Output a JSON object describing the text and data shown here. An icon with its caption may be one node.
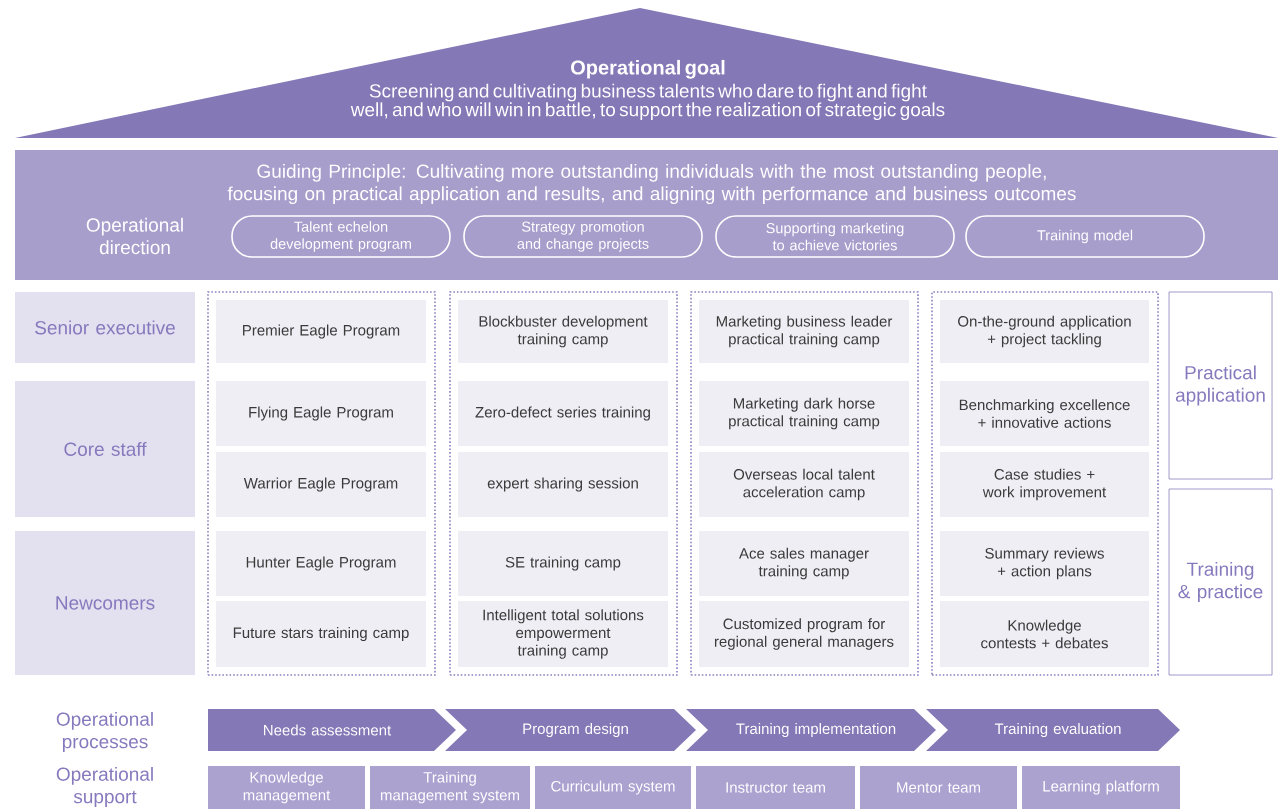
{
  "diagram": {
    "nodes": [
      {
        "text": [
          "Operational goal",
          "Screening and cultivating business talents who dare to fight and fight well, and who will win in battle, to support the realization of strategic goals"
        ]
      },
      {
        "text": [
          "Guiding Principle: Cultivating more outstanding individuals with the most outstanding people, focusing on practical application and results, and aligning with performance and business outcomes",
          "Operational direction"
        ]
      },
      {
        "text": [
          "Talent echelon development program"
        ],
        "in": 1
      },
      {
        "text": [
          "Strategy promotion and change projects"
        ],
        "in": 1
      },
      {
        "text": [
          "Supporting marketing to achieve victories"
        ],
        "in": 1
      },
      {
        "text": [
          "Training model"
        ],
        "in": 1
      },
      {
        "text": [
          "Senior executive"
        ]
      },
      {
        "text": [
          "Core staff"
        ]
      },
      {
        "text": [
          "Newcomers"
        ]
      },
      {
        "text": [],
        "shape": "box"
      },
      {
        "text": [
          "Premier Eagle Program"
        ],
        "in": 9
      },
      {
        "text": [
          "Flying Eagle Program"
        ],
        "in": 9
      },
      {
        "text": [
          "Warrior Eagle Program"
        ],
        "in": 9
      },
      {
        "text": [
          "Hunter Eagle Program"
        ],
        "in": 9
      },
      {
        "text": [
          "Future stars training camp"
        ],
        "in": 9
      },
      {
        "text": [],
        "shape": "box"
      },
      {
        "text": [
          "Blockbuster development training camp"
        ],
        "in": 15
      },
      {
        "text": [
          "Zero-defect series training"
        ],
        "in": 15
      },
      {
        "text": [
          "expert sharing session"
        ],
        "in": 15
      },
      {
        "text": [
          "SE training camp"
        ],
        "in": 15
      },
      {
        "text": [
          "Intelligent total solutions empowerment training camp"
        ],
        "in": 15
      },
      {
        "text": [],
        "shape": "box"
      },
      {
        "text": [
          "Marketing business leader practical training camp"
        ],
        "in": 21
      },
      {
        "text": [
          "Marketing dark horse practical training camp"
        ],
        "in": 21
      },
      {
        "text": [
          "Overseas local talent acceleration camp"
        ],
        "in": 21
      },
      {
        "text": [
          "Ace sales manager training camp"
        ],
        "in": 21
      },
      {
        "text": [
          "Customized program for regional general managers"
        ],
        "in": 21
      },
      {
        "text": [],
        "shape": "box"
      },
      {
        "text": [
          "On-the-ground application + project tackling"
        ],
        "in": 27
      },
      {
        "text": [
          "Benchmarking excellence + innovative actions"
        ],
        "in": 27
      },
      {
        "text": [
          "Case studies + work improvement"
        ],
        "in": 27
      },
      {
        "text": [
          "Summary reviews + action plans"
        ],
        "in": 27
      },
      {
        "text": [
          "Knowledge contests + debates"
        ],
        "in": 27
      },
      {
        "text": [
          "Practical application"
        ]
      },
      {
        "text": [
          "Training & practice"
        ]
      },
      {
        "text": [
          "Needs assessment"
        ]
      },
      {
        "text": [
          "Program design"
        ]
      },
      {
        "text": [
          "Training implementation"
        ]
      },
      {
        "text": [
          "Training evaluation"
        ]
      },
      {
        "text": [
          "Knowledge management"
        ]
      },
      {
        "text": [
          "Training management system"
        ]
      },
      {
        "text": [
          "Curriculum system"
        ]
      },
      {
        "text": [
          "Instructor team"
        ]
      },
      {
        "text": [
          "Mentor team"
        ]
      },
      {
        "text": [
          "Learning platform"
        ]
      }
    ],
    "labels": [
      "Operational processes",
      "Operational support"
    ]
  }
}
